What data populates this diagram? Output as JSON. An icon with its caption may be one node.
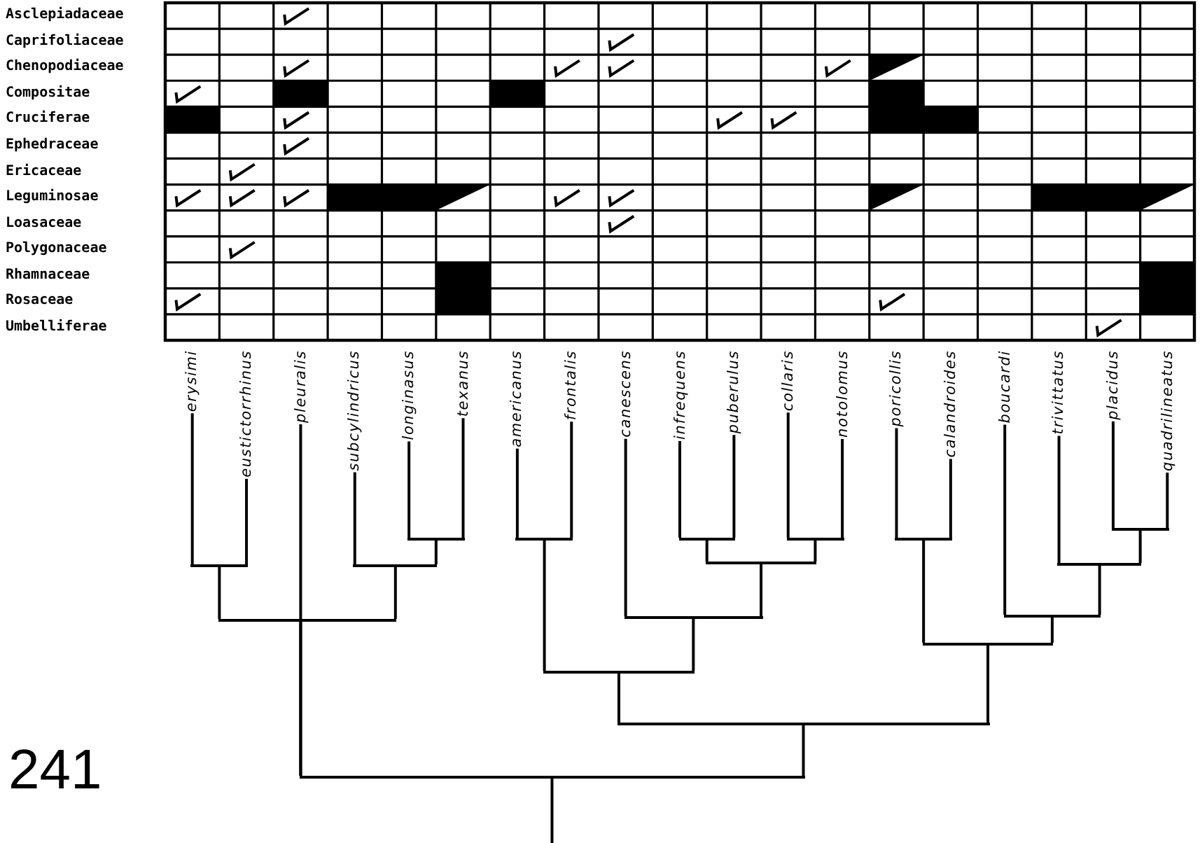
{
  "diagram": {
    "nodes": [
      {
        "text": [
          "erysimi"
        ]
      },
      {
        "text": [
          "eustictorrhinus"
        ]
      },
      {
        "text": [
          "pleuralis"
        ]
      },
      {
        "text": [
          "subcylindricus"
        ]
      },
      {
        "text": [
          "longinasus"
        ]
      },
      {
        "text": [
          "texanus"
        ]
      },
      {
        "text": [
          "americanus"
        ]
      },
      {
        "text": [
          "frontalis"
        ]
      },
      {
        "text": [
          "canescens"
        ]
      },
      {
        "text": [
          "infrequens"
        ]
      },
      {
        "text": [
          "puberulus"
        ]
      },
      {
        "text": [
          "collaris"
        ]
      },
      {
        "text": [
          "notolomus"
        ]
      },
      {
        "text": [
          "poricollis"
        ]
      },
      {
        "text": [
          "calandroides"
        ]
      },
      {
        "text": [
          "boucardi"
        ]
      },
      {
        "text": [
          "trivittatus"
        ]
      },
      {
        "text": [
          "placidus"
        ]
      },
      {
        "text": [
          "quadrilineatus"
        ]
      },
      {
        "text": [],
        "shape": "bar"
      },
      {
        "text": [],
        "shape": "bar"
      },
      {
        "text": [],
        "shape": "bar"
      },
      {
        "text": [],
        "shape": "bar"
      },
      {
        "text": [],
        "shape": "bar"
      },
      {
        "text": [],
        "shape": "bar"
      },
      {
        "text": [],
        "shape": "bar"
      },
      {
        "text": [],
        "shape": "bar"
      },
      {
        "text": [],
        "shape": "bar"
      },
      {
        "text": [],
        "shape": "bar"
      },
      {
        "text": [],
        "shape": "bar"
      },
      {
        "text": [],
        "shape": "bar"
      },
      {
        "text": [],
        "shape": "bar"
      },
      {
        "text": [],
        "shape": "bar"
      },
      {
        "text": [],
        "shape": "bar"
      },
      {
        "text": [],
        "shape": "bar"
      },
      {
        "text": [],
        "shape": "bar"
      }
    ],
    "edges": [
      {
        "from": 0,
        "to": 19,
        "arrow": "none"
      },
      {
        "from": 1,
        "to": 19,
        "arrow": "none"
      },
      {
        "from": 4,
        "to": 20,
        "arrow": "none"
      },
      {
        "from": 5,
        "to": 20,
        "arrow": "none"
      },
      {
        "from": 3,
        "to": 21,
        "arrow": "none"
      },
      {
        "from": 20,
        "to": 21,
        "arrow": "none"
      },
      {
        "from": 19,
        "to": 22,
        "arrow": "none"
      },
      {
        "from": 21,
        "to": 22,
        "arrow": "none"
      },
      {
        "from": 6,
        "to": 23,
        "arrow": "none"
      },
      {
        "from": 7,
        "to": 23,
        "arrow": "none"
      },
      {
        "from": 9,
        "to": 24,
        "arrow": "none"
      },
      {
        "from": 10,
        "to": 24,
        "arrow": "none"
      },
      {
        "from": 11,
        "to": 25,
        "arrow": "none"
      },
      {
        "from": 12,
        "to": 25,
        "arrow": "none"
      },
      {
        "from": 24,
        "to": 26,
        "arrow": "none"
      },
      {
        "from": 25,
        "to": 26,
        "arrow": "none"
      },
      {
        "from": 8,
        "to": 27,
        "arrow": "none"
      },
      {
        "from": 26,
        "to": 27,
        "arrow": "none"
      },
      {
        "from": 23,
        "to": 28,
        "arrow": "none"
      },
      {
        "from": 27,
        "to": 28,
        "arrow": "none"
      },
      {
        "from": 13,
        "to": 29,
        "arrow": "none"
      },
      {
        "from": 14,
        "to": 29,
        "arrow": "none"
      },
      {
        "from": 17,
        "to": 30,
        "arrow": "none"
      },
      {
        "from": 18,
        "to": 30,
        "arrow": "none"
      },
      {
        "from": 16,
        "to": 31,
        "arrow": "none"
      },
      {
        "from": 30,
        "to": 31,
        "arrow": "none"
      },
      {
        "from": 15,
        "to": 32,
        "arrow": "none"
      },
      {
        "from": 31,
        "to": 32,
        "arrow": "none"
      },
      {
        "from": 29,
        "to": 33,
        "arrow": "none"
      },
      {
        "from": 32,
        "to": 33,
        "arrow": "none"
      },
      {
        "from": 28,
        "to": 34,
        "arrow": "none"
      },
      {
        "from": 33,
        "to": 34,
        "arrow": "none"
      },
      {
        "from": 2,
        "to": 35,
        "arrow": "none"
      },
      {
        "from": 22,
        "to": 35,
        "arrow": "none"
      },
      {
        "from": 34,
        "to": 35,
        "arrow": "none"
      },
      {
        "from": 35,
        "to": null,
        "arrow": "none"
      }
    ],
    "labels": [
      "Asclepiadaceae",
      "Caprifoliaceae",
      "Chenopodiaceae",
      "Compositae",
      "Cruciferae",
      "Ephedraceae",
      "Ericaceae",
      "Leguminosae",
      "Loasaceae",
      "Polygonaceae",
      "Rhamnaceae",
      "Rosaceae",
      "Umbelliferae",
      "241"
    ]
  }
}
